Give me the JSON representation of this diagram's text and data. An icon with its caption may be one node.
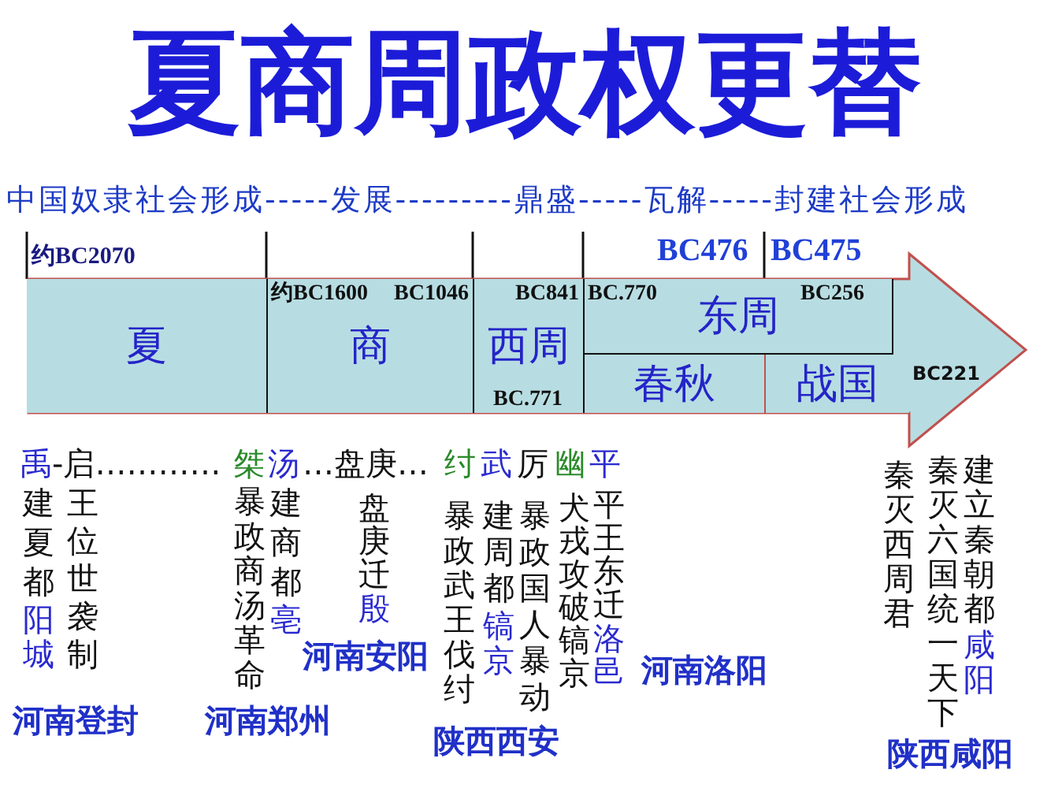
{
  "diagram": {
    "title": "夏商周政权更替",
    "nodes": [
      {
        "text": [],
        "shape": "arrow"
      },
      {
        "text": [
          "夏"
        ],
        "in": 0
      },
      {
        "text": [
          "商"
        ],
        "in": 0
      },
      {
        "text": [
          "西周"
        ],
        "in": 0
      },
      {
        "text": [
          "东周"
        ],
        "in": 0
      },
      {
        "text": [
          "春秋"
        ],
        "in": 0
      },
      {
        "text": [
          "战国"
        ],
        "in": 0
      }
    ],
    "labels": [
      "中国奴隶社会形成-----发展---------鼎盛-----瓦解-----封建社会形成",
      "约BC2070",
      "BC476",
      "BC475",
      "约BC1600",
      "BC1046",
      "BC841",
      "BC.770",
      "BC256",
      "BC.771",
      "BC221",
      "禹",
      "-启…………",
      "桀",
      "汤",
      "…盘庚…",
      "纣",
      "武",
      "厉",
      "幽",
      "平",
      "建夏都",
      "阳城",
      "王位世袭制",
      "暴政商汤革命",
      "建商都",
      "亳",
      "盘庚迁",
      "殷",
      "暴政武王伐纣",
      "建周都",
      "镐京",
      "暴政国人暴动",
      "犬戎攻破镐京",
      "平王东迁",
      "洛邑",
      "秦灭西周君",
      "秦灭六国统一天下",
      "建立秦朝都",
      "咸阳",
      "河南登封",
      "河南郑州",
      "河南安阳",
      "陕西西安",
      "河南洛阳",
      "陕西咸阳"
    ]
  }
}
